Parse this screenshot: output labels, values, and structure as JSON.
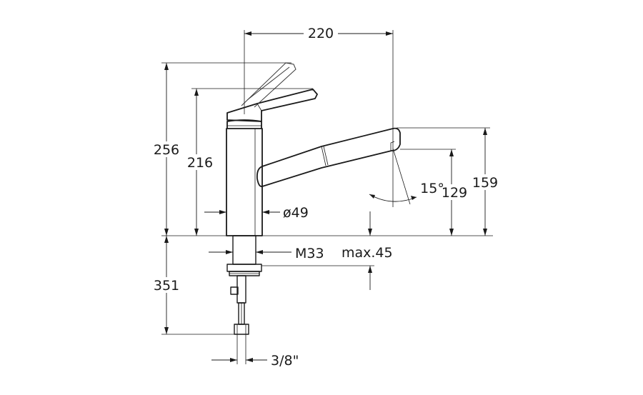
{
  "dimensions": {
    "width_spout": "220",
    "height_total": "256",
    "height_body": "216",
    "spout_angle": "15°",
    "height_spout_tip": "129",
    "height_spout_top": "159",
    "diameter_body": "ø49",
    "thread": "M33",
    "max_thickness": "max.45",
    "depth_below": "351",
    "connector": "3/8\""
  }
}
